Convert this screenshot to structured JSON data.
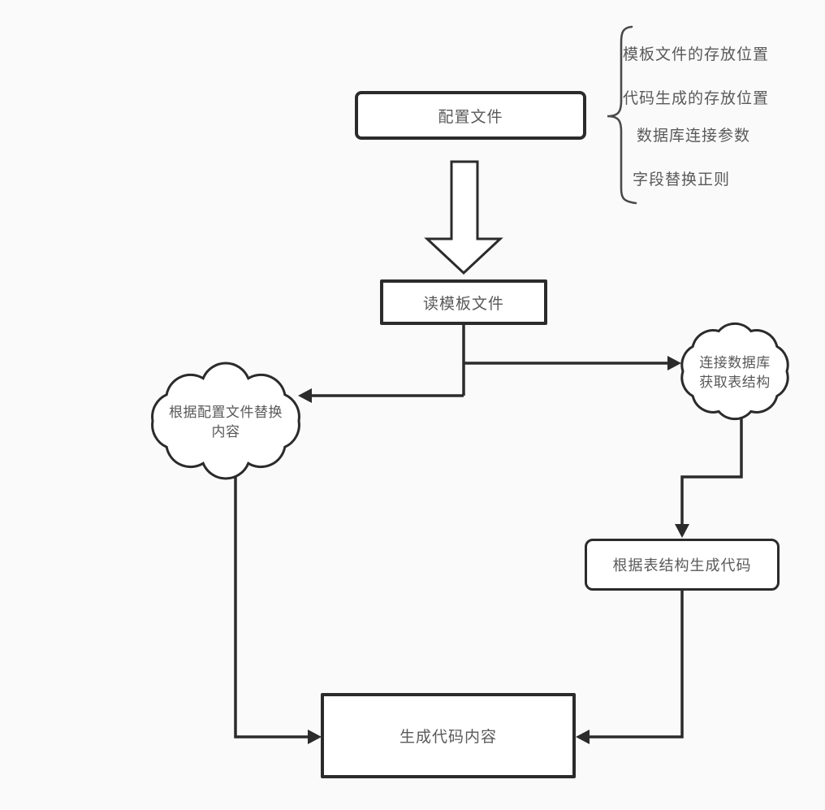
{
  "diagram": {
    "colors": {
      "background": "#fafafa",
      "shape_stroke": "#2b2b2b",
      "text": "#595959",
      "fill": "#ffffff"
    },
    "nodes": {
      "config": {
        "label": "配置文件"
      },
      "read_template": {
        "label": "读模板文件"
      },
      "replace_cloud": {
        "line1": "根据配置文件替换",
        "line2": "内容"
      },
      "db_cloud": {
        "line1": "连接数据库",
        "line2": "获取表结构"
      },
      "generate_from_table": {
        "label": "根据表结构生成代码"
      },
      "output": {
        "label": "生成代码内容"
      }
    },
    "brace_list": [
      "模板文件的存放位置",
      "代码生成的存放位置",
      "数据库连接参数",
      "字段替换正则"
    ]
  }
}
